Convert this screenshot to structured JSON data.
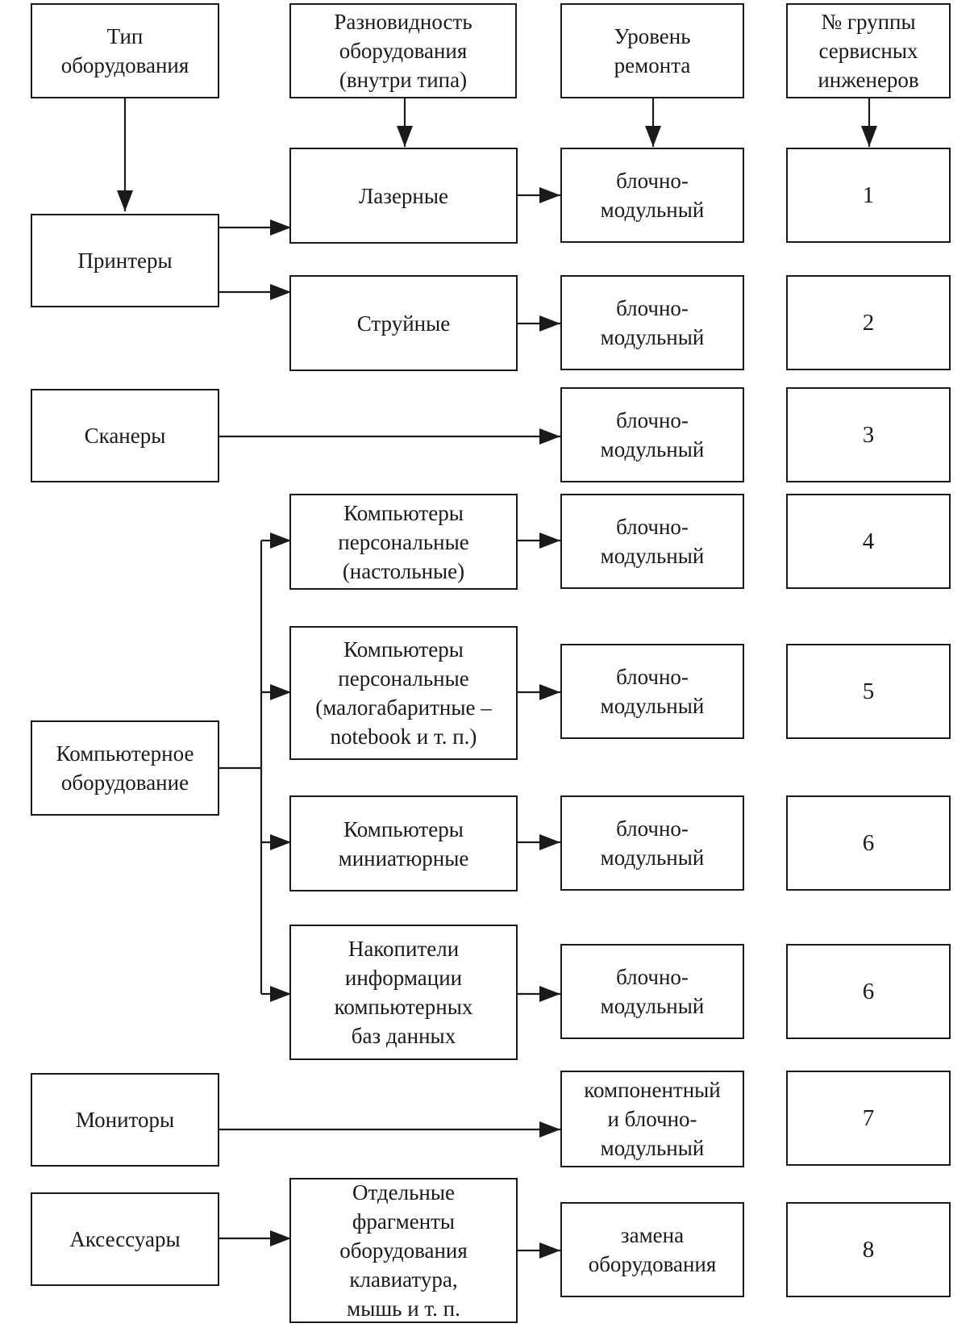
{
  "headers": {
    "type": "Тип\nоборудования",
    "variety": "Разновидность\nоборудования\n(внутри типа)",
    "repair_level": "Уровень\nремонта",
    "group_no": "№ группы\nсервисных\nинженеров"
  },
  "types": {
    "printers": "Принтеры",
    "scanners": "Сканеры",
    "computer_equipment": "Компьютерное\nоборудование",
    "monitors": "Мониторы",
    "accessories": "Аксессуары"
  },
  "varieties": {
    "laser": "Лазерные",
    "inkjet": "Струйные",
    "pc_desktop": "Компьютеры\nперсональные\n(настольные)",
    "pc_compact": "Компьютеры\nперсональные\n(малогабаритные –\nnotebook и т. п.)",
    "mini": "Компьютеры\nминиатюрные",
    "storage": "Накопители\nинформации\nкомпьютерных\nбаз данных",
    "accessory_parts": "Отдельные\nфрагменты\nоборудования\nклавиатура,\nмышь и т. п."
  },
  "levels": {
    "block_modular": "блочно-\nмодульный",
    "component": "компонентный\nи блочно-\nмодульный",
    "replacement": "замена\nоборудования"
  },
  "groups": [
    "1",
    "2",
    "3",
    "4",
    "5",
    "6",
    "6",
    "7",
    "8"
  ]
}
